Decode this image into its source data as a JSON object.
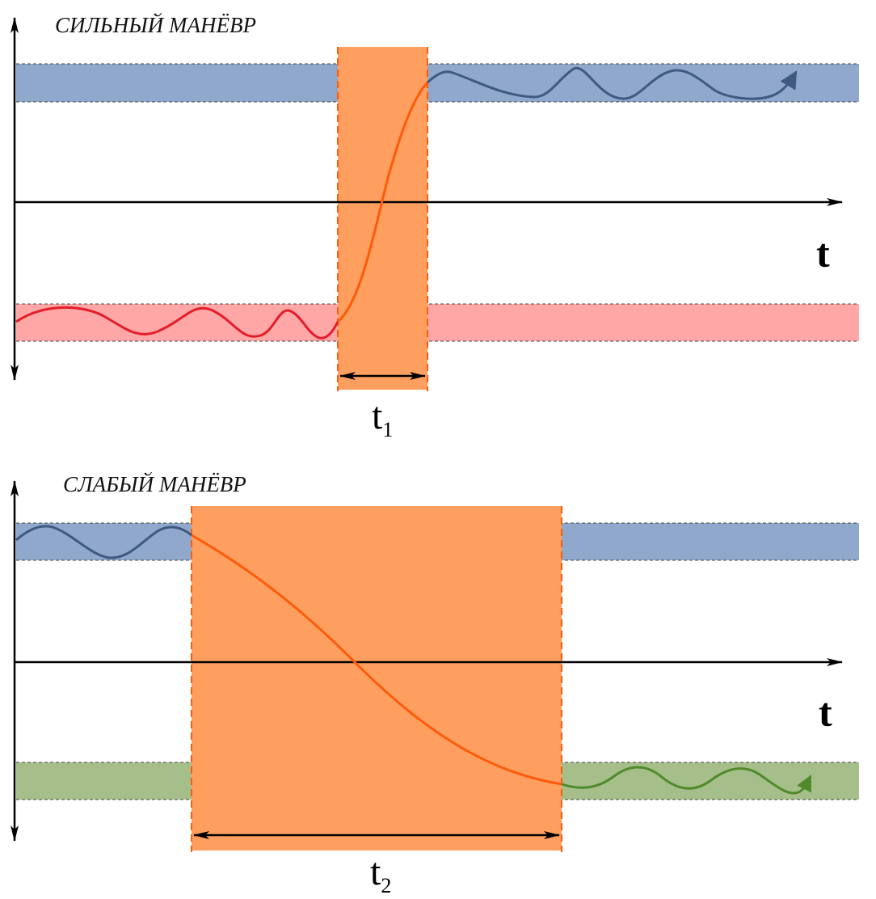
{
  "colors": {
    "blue_band": "#8fa8cc",
    "blue_curve": "#3e5a80",
    "red_band": "#ffa6a6",
    "red_curve": "#e31e2a",
    "green_band": "#a6bf8a",
    "green_curve": "#4f8a2b",
    "orange_fill": "#ff9f5f",
    "orange_curve": "#ff5a0a",
    "axis": "#000000"
  },
  "panels": [
    {
      "title": "СИЛЬНЫЙ МАНЁВР",
      "axis_label": "t",
      "duration_label": "t",
      "duration_subscript": "1"
    },
    {
      "title": "СЛАБЫЙ МАНЁВР",
      "axis_label": "t",
      "duration_label": "t",
      "duration_subscript": "2"
    }
  ]
}
